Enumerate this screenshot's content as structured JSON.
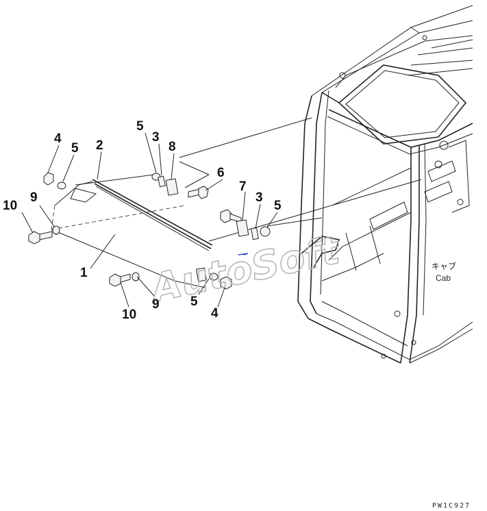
{
  "callouts": [
    {
      "id": "c10a",
      "label": "10"
    },
    {
      "id": "c9a",
      "label": "9"
    },
    {
      "id": "c4a",
      "label": "4"
    },
    {
      "id": "c5a",
      "label": "5"
    },
    {
      "id": "c2",
      "label": "2"
    },
    {
      "id": "c5b",
      "label": "5"
    },
    {
      "id": "c3a",
      "label": "3"
    },
    {
      "id": "c8",
      "label": "8"
    },
    {
      "id": "c6",
      "label": "6"
    },
    {
      "id": "c7",
      "label": "7"
    },
    {
      "id": "c3b",
      "label": "3"
    },
    {
      "id": "c5c",
      "label": "5"
    },
    {
      "id": "c1",
      "label": "1"
    },
    {
      "id": "c9b",
      "label": "9"
    },
    {
      "id": "c10b",
      "label": "10"
    },
    {
      "id": "c5d",
      "label": "5"
    },
    {
      "id": "c4b",
      "label": "4"
    }
  ],
  "cab_label_jp": "キャブ",
  "cab_label_en": "Cab",
  "watermark": "AutoSoft",
  "drawing_code": "PW1C927",
  "colors": {
    "ink": "#222222",
    "watermark": "#b7b7b7",
    "accent": "#2a4bd7"
  }
}
